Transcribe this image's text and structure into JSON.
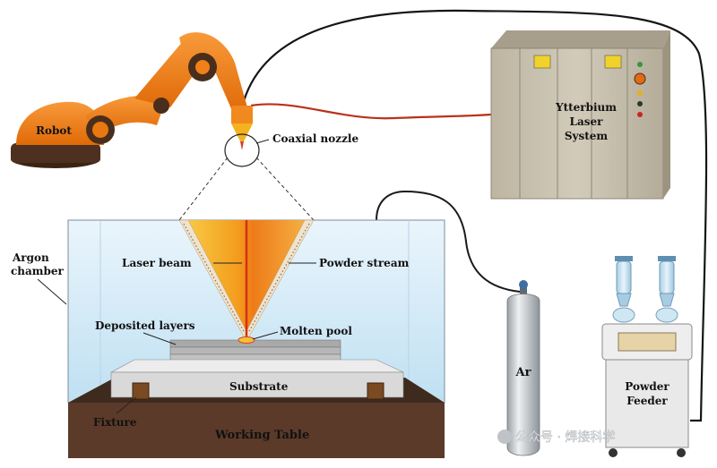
{
  "labels": {
    "robot": "Robot",
    "coaxial_nozzle": "Coaxial nozzle",
    "laser_system": [
      "Ytterbium",
      "Laser",
      "System"
    ],
    "argon_chamber": [
      "Argon",
      "chamber"
    ],
    "laser_beam": "Laser beam",
    "powder_stream": "Powder stream",
    "deposited_layers": "Deposited layers",
    "molten_pool": "Molten pool",
    "substrate": "Substrate",
    "fixture": "Fixture",
    "working_table": "Working Table",
    "argon_cylinder": "Ar",
    "powder_feeder": [
      "Powder",
      "Feeder"
    ]
  },
  "watermark": "公众号 · 焊接科学",
  "colors": {
    "robot": "#f07a12",
    "robot_dark": "#5a3a20",
    "cabinet": "#c8c0ae",
    "chamber": "#d9ecf7",
    "table": "#5b3a29",
    "substrate": "#dcdcdc",
    "cylinder": "#cfd3d6",
    "beam_orange": "#f5a020",
    "laser_red": "#d63010"
  }
}
